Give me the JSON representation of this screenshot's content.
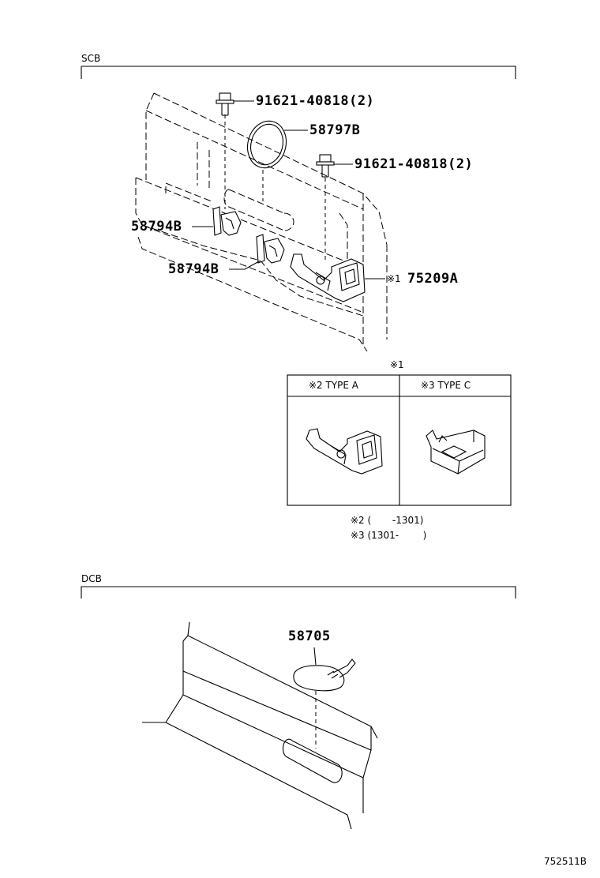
{
  "sections": {
    "scb": "SCB",
    "dcb": "DCB"
  },
  "parts": {
    "bolt_top": "91621-40818(2)",
    "gasket": "58797B",
    "bolt_right": "91621-40818(2)",
    "clip_upper": "58794B",
    "clip_lower": "58794B",
    "note_mark": "※1",
    "bracket": "75209A",
    "cable": "58705"
  },
  "variant_table": {
    "title": "※1",
    "col1": "※2 TYPE A",
    "col2": "※3 TYPE C"
  },
  "notes": {
    "note2": "※2 (       -1301)",
    "note3": "※3 (1301-        )"
  },
  "figure_id": "752511B"
}
